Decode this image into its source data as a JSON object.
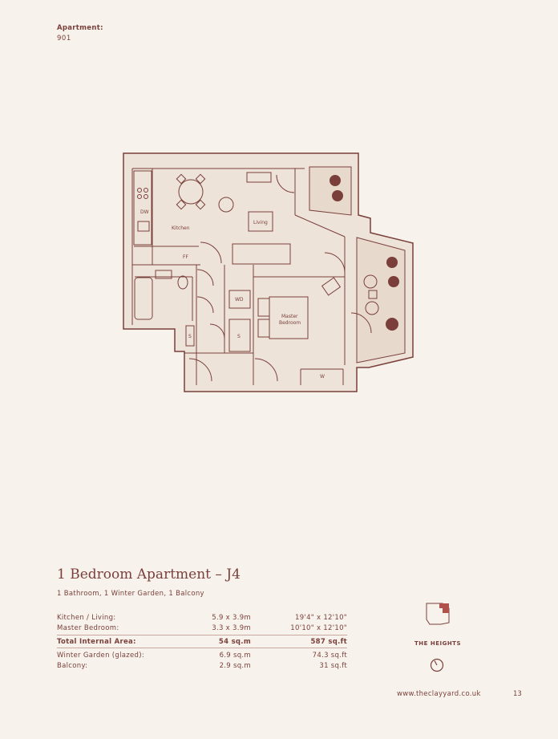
{
  "apartment_label": "Apartment:",
  "apartment_number": "901",
  "plan_labels": {
    "kitchen": "Kitchen",
    "living": "Living",
    "master_l1": "Master",
    "master_l2": "Bedroom",
    "dw": "DW",
    "ff": "FF",
    "wd": "WD",
    "s1": "S",
    "s2": "S",
    "w": "W"
  },
  "title": "1 Bedroom Apartment – J4",
  "subtitle": "1 Bathroom, 1 Winter Garden, 1 Balcony",
  "rooms": [
    {
      "name": "Kitchen / Living:",
      "metric": "5.9 x 3.9m",
      "imperial": "19'4\" x 12'10\""
    },
    {
      "name": "Master Bedroom:",
      "metric": "3.3 x 3.9m",
      "imperial": "10'10\" x 12'10\""
    }
  ],
  "total": {
    "name": "Total Internal Area:",
    "metric": "54 sq.m",
    "imperial": "587 sq.ft"
  },
  "extras": [
    {
      "name": "Winter Garden (glazed):",
      "metric": "6.9 sq.m",
      "imperial": "74.3 sq.ft"
    },
    {
      "name": "Balcony:",
      "metric": "2.9 sq.m",
      "imperial": "31 sq.ft"
    }
  ],
  "building_name": "THE HEIGHTS",
  "website": "www.theclayyard.co.uk",
  "page_number": "13",
  "colors": {
    "ink": "#7a3f3a",
    "floor": "#ede3d8",
    "paper": "#f7f3ec",
    "accent": "#b0524a"
  }
}
